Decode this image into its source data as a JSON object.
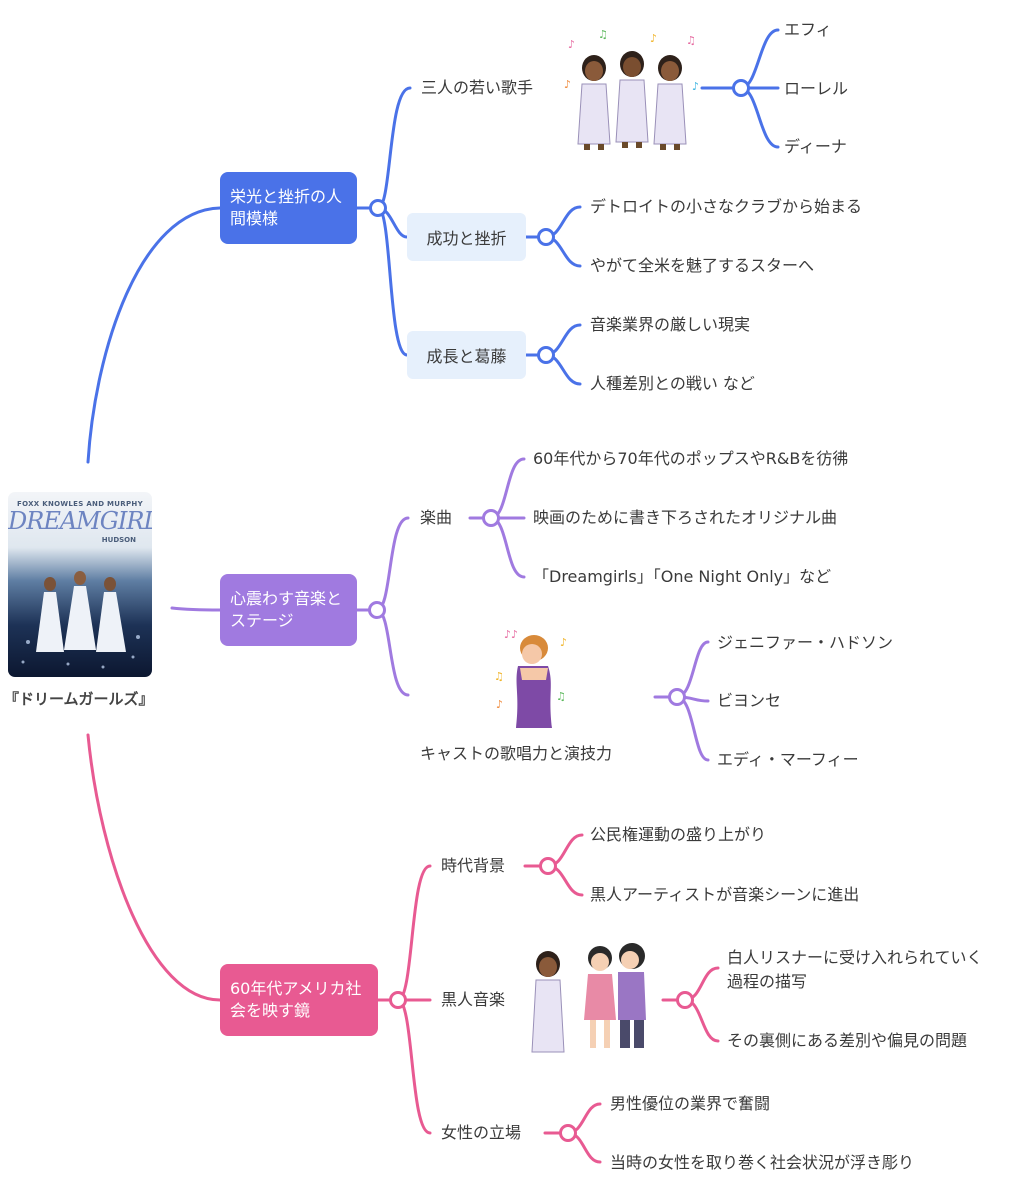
{
  "root": {
    "caption": "『ドリームガールズ』",
    "poster": {
      "credits": "FOXX  KNOWLES AND MURPHY",
      "logo": "DREAMGIRLS",
      "hudson": "HUDSON"
    }
  },
  "colors": {
    "blue": "#4a72e8",
    "purple": "#a07ae0",
    "pink": "#e85a92"
  },
  "branches": [
    {
      "label": "栄光と挫折の人間模様",
      "children": [
        {
          "label": "三人の若い歌手",
          "icon": "three-singers-icon",
          "leaves": [
            "エフィ",
            "ローレル",
            "ディーナ"
          ]
        },
        {
          "label": "成功と挫折",
          "leaves": [
            "デトロイトの小さなクラブから始まる",
            "やがて全米を魅了するスターへ"
          ]
        },
        {
          "label": "成長と葛藤",
          "leaves": [
            "音楽業界の厳しい現実",
            "人種差別との戦い など"
          ]
        }
      ]
    },
    {
      "label": "心震わす音楽とステージ",
      "children": [
        {
          "label": "楽曲",
          "leaves": [
            "60年代から70年代のポップスやR&Bを彷彿",
            "映画のために書き下ろされたオリジナル曲",
            "「Dreamgirls」「One Night Only」など"
          ]
        },
        {
          "label": "キャストの歌唱力と演技力",
          "icon": "opera-singer-icon",
          "leaves": [
            "ジェニファー・ハドソン",
            "ビヨンセ",
            "エディ・マーフィー"
          ]
        }
      ]
    },
    {
      "label": "60年代アメリカ社会を映す鏡",
      "children": [
        {
          "label": "時代背景",
          "leaves": [
            "公民権運動の盛り上がり",
            "黒人アーティストが音楽シーンに進出"
          ]
        },
        {
          "label": "黒人音楽",
          "icon": "singer-and-whispering-women-icon",
          "leaves": [
            "白人リスナーに受け入れられていく過程の描写",
            "その裏側にある差別や偏見の問題"
          ]
        },
        {
          "label": "女性の立場",
          "leaves": [
            "男性優位の業界で奮闘",
            "当時の女性を取り巻く社会状況が浮き彫り"
          ]
        }
      ]
    }
  ]
}
